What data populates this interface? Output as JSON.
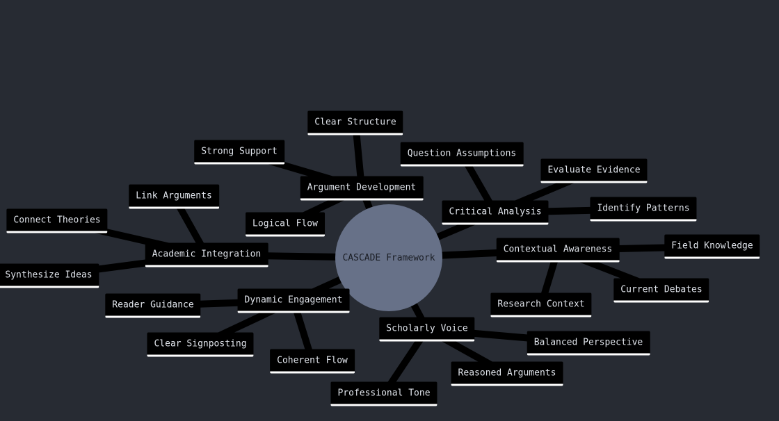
{
  "center": "CASCADE Framework",
  "branches": [
    {
      "label": "Argument Development",
      "children": [
        "Clear Structure",
        "Strong Support",
        "Logical Flow"
      ]
    },
    {
      "label": "Critical Analysis",
      "children": [
        "Question Assumptions",
        "Evaluate Evidence",
        "Identify Patterns"
      ]
    },
    {
      "label": "Contextual Awareness",
      "children": [
        "Field Knowledge",
        "Current Debates",
        "Research Context"
      ]
    },
    {
      "label": "Scholarly Voice",
      "children": [
        "Balanced Perspective",
        "Reasoned Arguments",
        "Professional Tone"
      ]
    },
    {
      "label": "Dynamic Engagement",
      "children": [
        "Reader Guidance",
        "Clear Signposting",
        "Coherent Flow"
      ]
    },
    {
      "label": "Academic Integration",
      "children": [
        "Connect Theories",
        "Link Arguments",
        "Synthesize Ideas"
      ]
    }
  ],
  "colors": {
    "background": "#272b33",
    "hub": "#677188",
    "node": "#000000",
    "edge": "#000000"
  }
}
